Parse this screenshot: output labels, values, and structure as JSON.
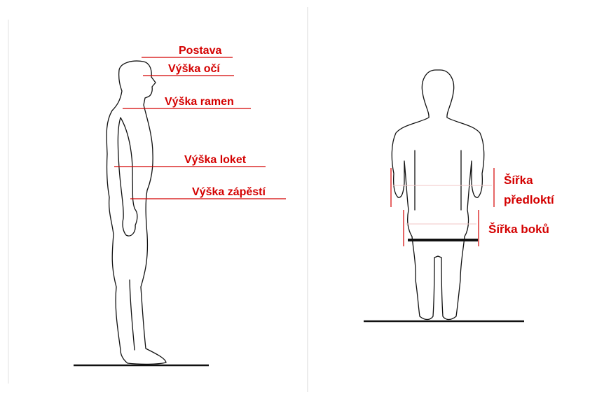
{
  "side_view": {
    "labels": {
      "stature": "Postava",
      "eye_height": "Výška očí",
      "shoulder_height": "Výška ramen",
      "elbow_height": "Výška loket",
      "wrist_height": "Výška zápěstí"
    }
  },
  "front_view": {
    "labels": {
      "forearm_width_line1": "Šířka",
      "forearm_width_line2": "předloktí",
      "hip_width": "Šířka boků"
    }
  },
  "colors": {
    "accent_red": "#d40000",
    "outline": "#111111",
    "divider": "#d8d8d8",
    "background": "#ffffff"
  }
}
